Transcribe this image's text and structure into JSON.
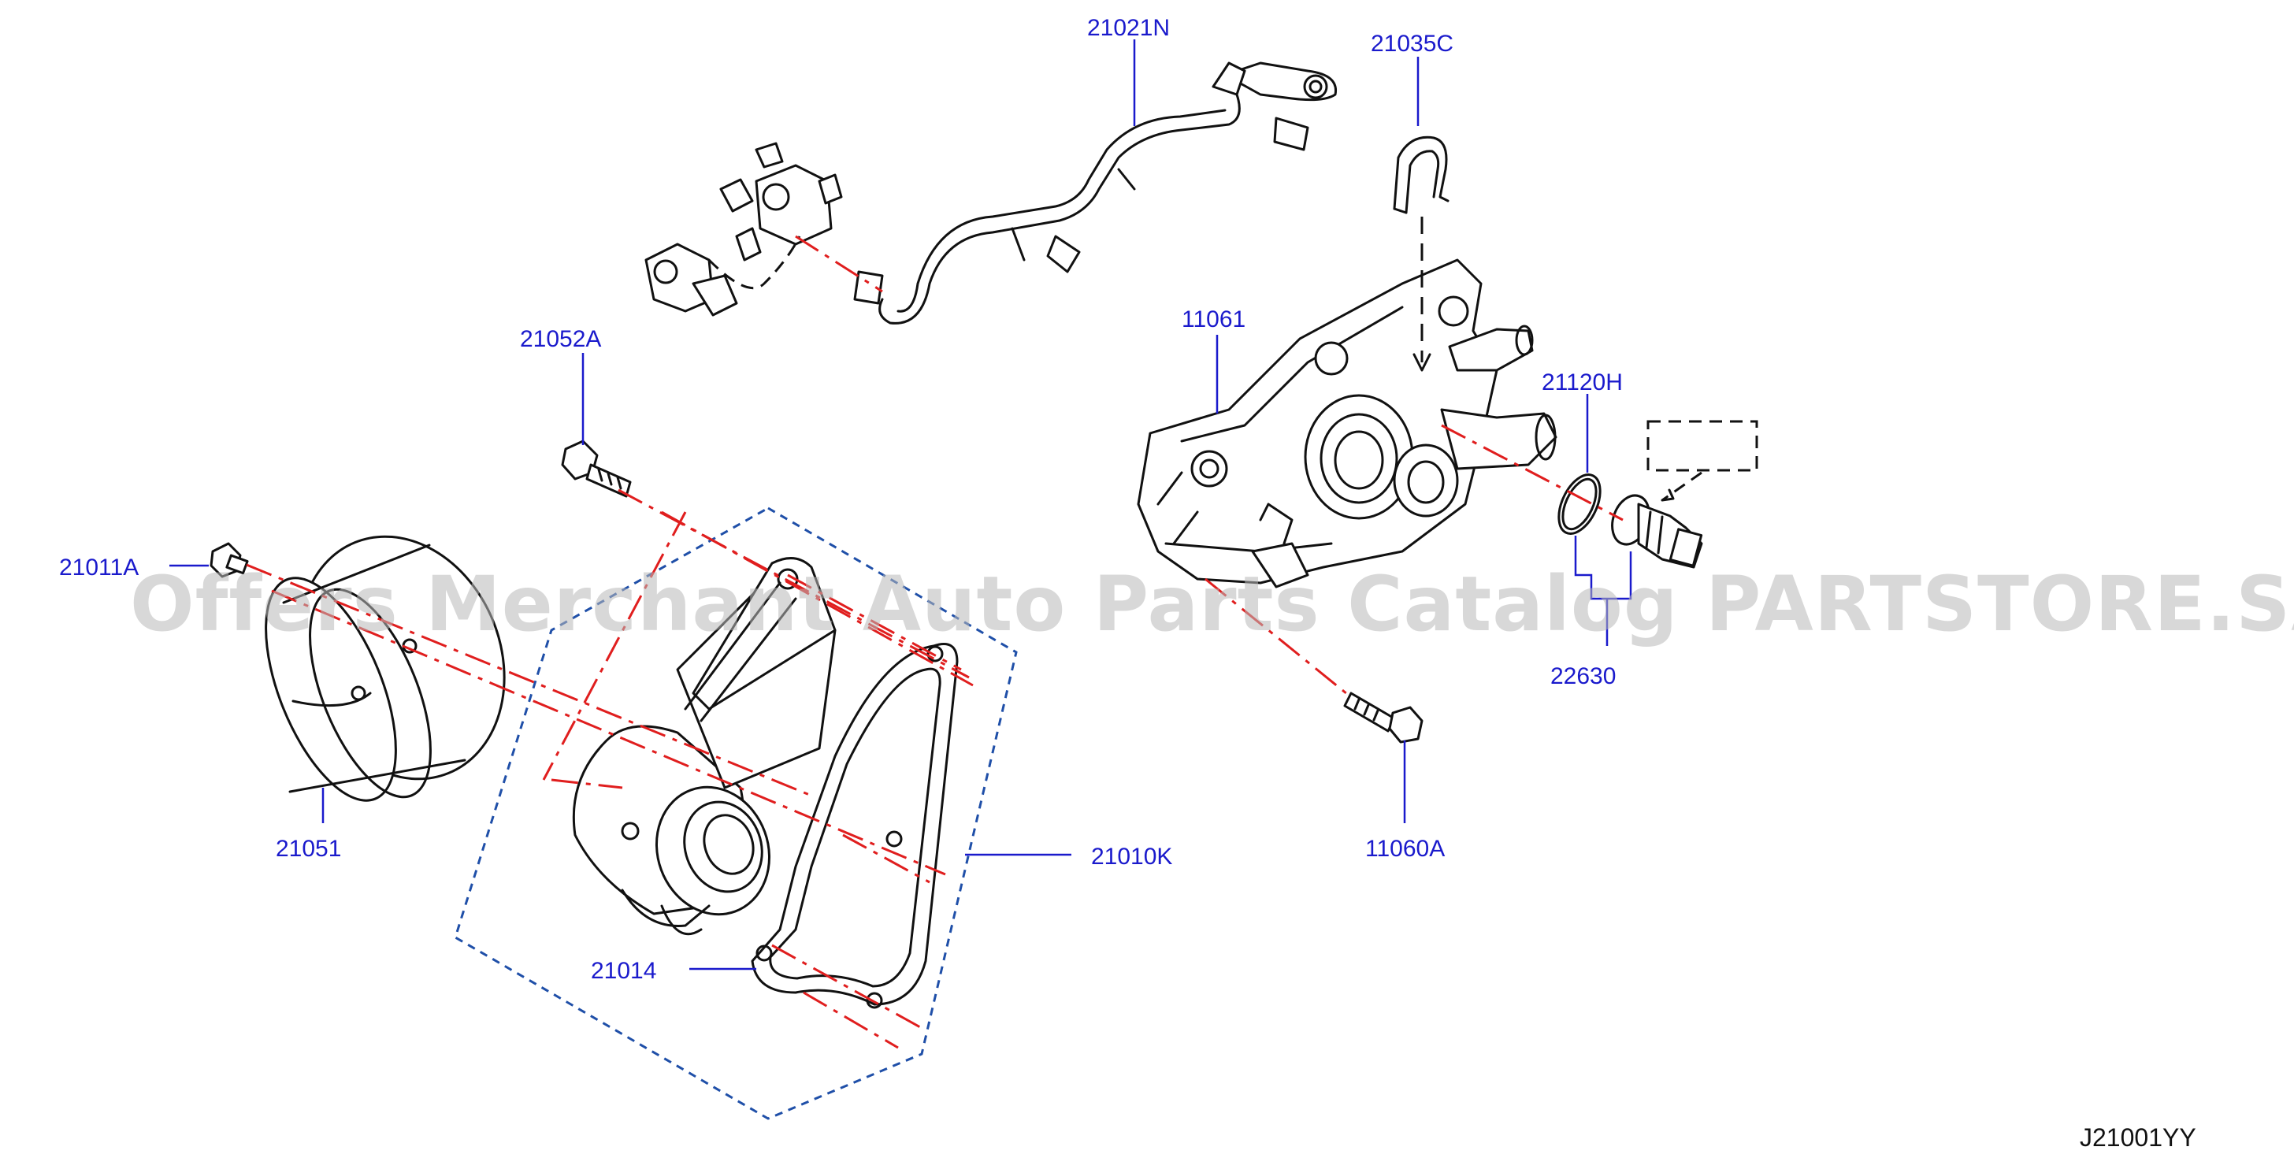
{
  "diagram": {
    "part_labels": {
      "p21021N": "21021N",
      "p21035C": "21035C",
      "p11061": "11061",
      "p21052A": "21052A",
      "p21120H": "21120H",
      "p21011A": "21011A",
      "p22630": "22630",
      "p21051": "21051",
      "p11060A": "11060A",
      "p21010K": "21010K",
      "p21014": "21014"
    },
    "watermark": "Offers Merchant Auto Parts Catalog PARTSTORE.SA",
    "diagram_code": "J21001YY",
    "colors": {
      "label": "#1a1acc",
      "centerline": "#e01e1e",
      "kit_outline": "#1f4fa8",
      "part_line": "#111111"
    }
  }
}
